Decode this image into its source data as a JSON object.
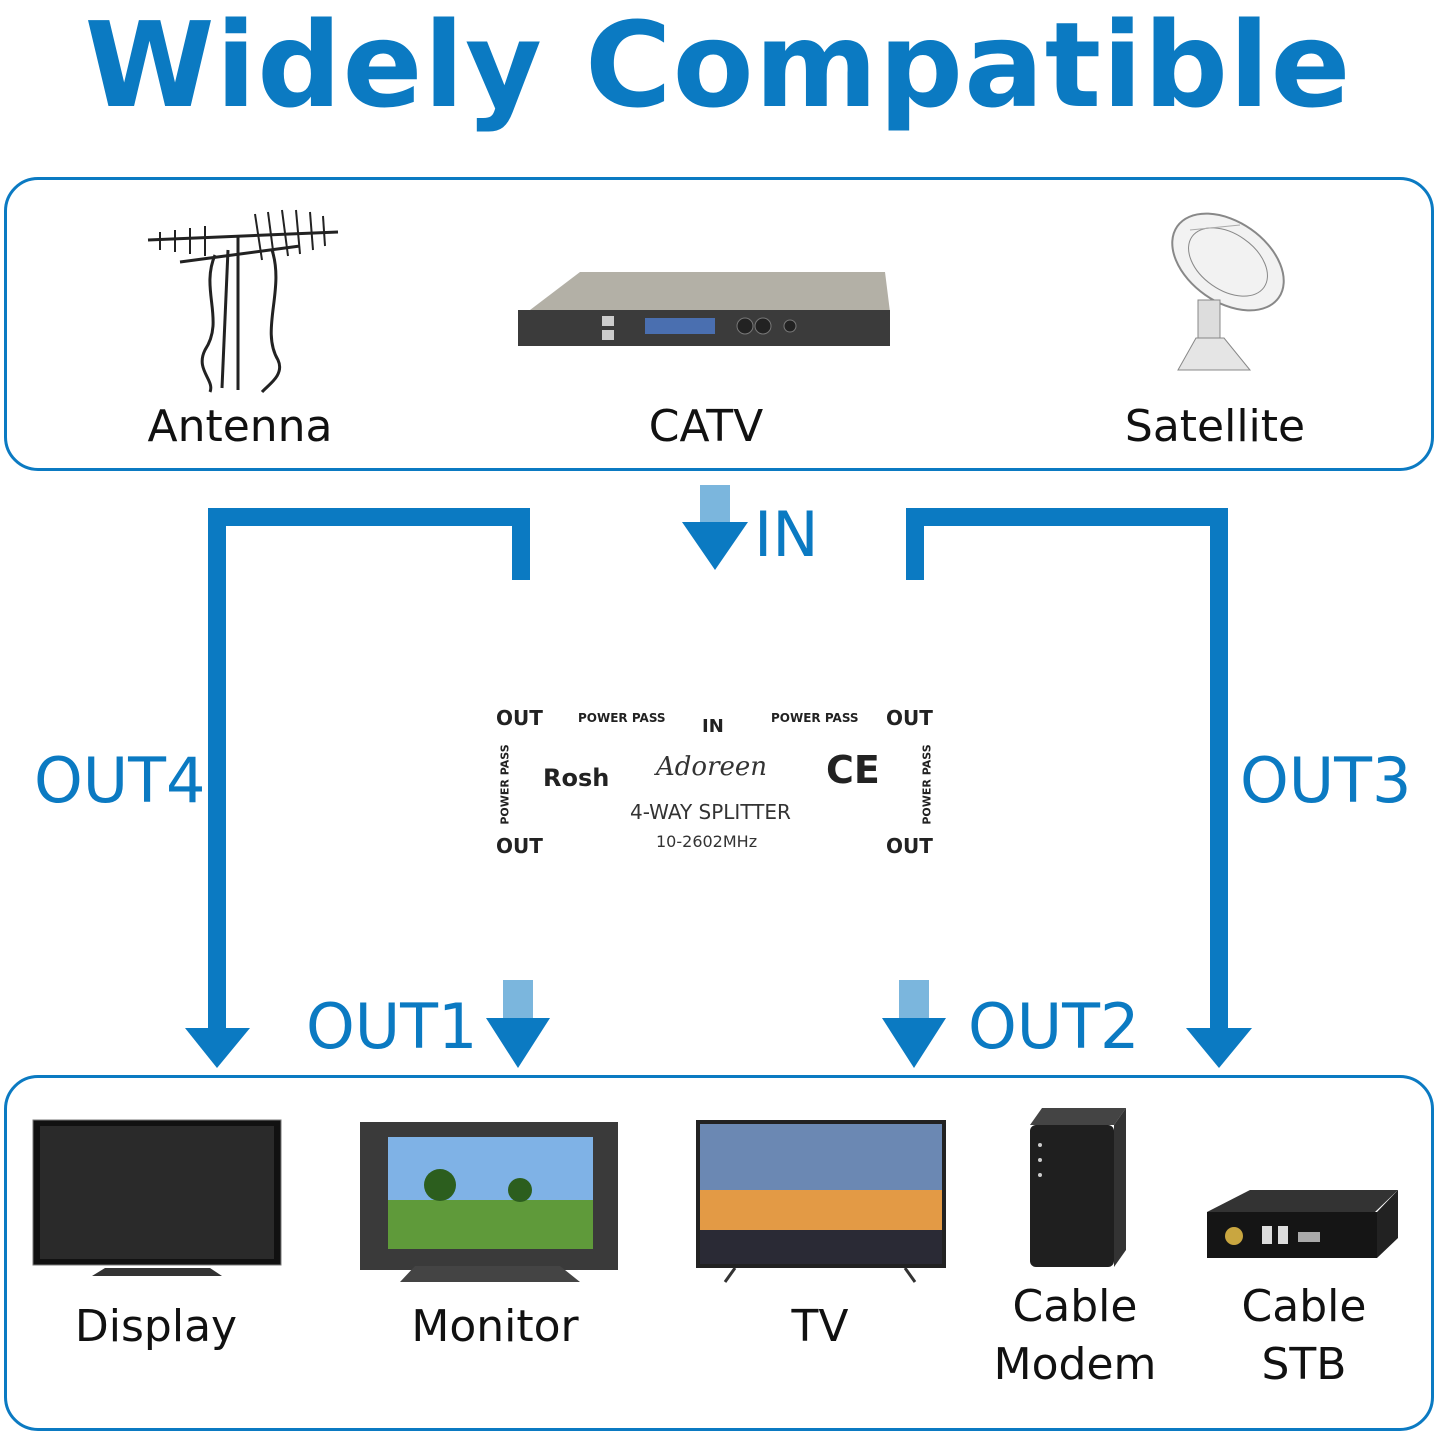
{
  "headline": "Widely Compatible",
  "sources": [
    {
      "label": "Antenna",
      "icon": "antenna-icon"
    },
    {
      "label": "CATV",
      "icon": "catv-rack-icon"
    },
    {
      "label": "Satellite",
      "icon": "satellite-dish-icon"
    }
  ],
  "flow": {
    "in": "IN",
    "out1": "OUT1",
    "out2": "OUT2",
    "out3": "OUT3",
    "out4": "OUT4"
  },
  "splitter": {
    "out_tl": "OUT",
    "out_tr": "OUT",
    "out_bl": "OUT",
    "out_br": "OUT",
    "power_pass_top_left": "POWER PASS",
    "power_pass_top_right": "POWER PASS",
    "power_pass_left": "POWER PASS",
    "power_pass_right": "POWER PASS",
    "in": "IN",
    "brand_left": "Rosh",
    "brand": "Adoreen",
    "ce": "CE",
    "model": "4-WAY SPLITTER",
    "freq": "10-2602MHz"
  },
  "devices": [
    {
      "label": "Display",
      "icon": "display-icon"
    },
    {
      "label": "Monitor",
      "icon": "monitor-icon"
    },
    {
      "label": "TV",
      "icon": "tv-icon"
    },
    {
      "label_line1": "Cable",
      "label_line2": "Modem",
      "icon": "cable-modem-icon"
    },
    {
      "label_line1": "Cable",
      "label_line2": "STB",
      "icon": "set-top-box-icon"
    }
  ],
  "colors": {
    "accent": "#0b7ac2",
    "text": "#111111",
    "metal": "#c9ccd0"
  }
}
